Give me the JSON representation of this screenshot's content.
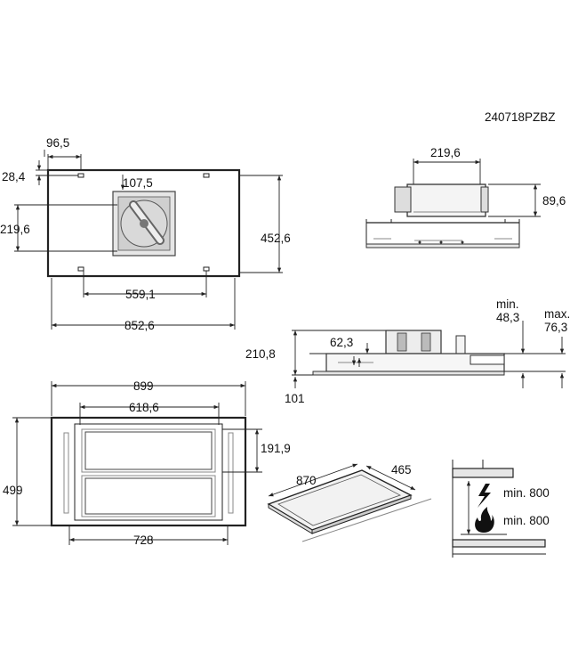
{
  "drawing_code": "240718PZBZ",
  "top_view": {
    "d_hole_x": "96,5",
    "d_hole_y": "28,4",
    "d_fan_w": "107,5",
    "d_fan_h": "219,6",
    "d_depth": "452,6",
    "d_mount_w": "559,1",
    "d_width": "852,6"
  },
  "side_view": {
    "d_motor_w": "219,6",
    "d_motor_h": "89,6"
  },
  "front_view": {
    "d_height": "210,8",
    "d_motor_offset": "62,3",
    "d_panel": "101",
    "min_label": "min.",
    "min_value": "48,3",
    "max_label": "max.",
    "max_value": "76,3"
  },
  "bottom_view": {
    "d_width": "899",
    "d_inner_w": "618,6",
    "d_filter_h": "191,9",
    "d_depth": "499",
    "d_cutout": "728"
  },
  "iso_view": {
    "d_length": "870",
    "d_depth": "465"
  },
  "clearance": {
    "electric_label": "min. 800",
    "gas_label": "min. 800"
  }
}
